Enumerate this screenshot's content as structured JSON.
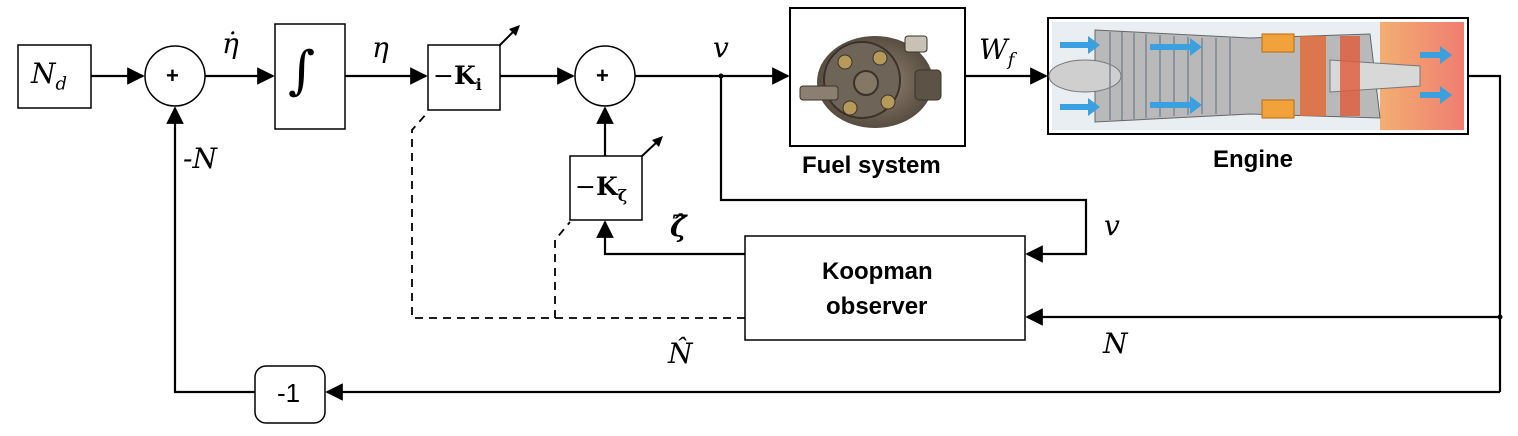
{
  "blocks": {
    "setpoint": {
      "label": "N",
      "sub": "d"
    },
    "sum1": {
      "label": "+"
    },
    "integrator": {
      "label": "∫"
    },
    "gain_i": {
      "prefix": "−",
      "label": "K",
      "sub": "i"
    },
    "sum2": {
      "label": "+"
    },
    "gain_zeta": {
      "prefix": "−",
      "label": "K",
      "sub": "ζ"
    },
    "fuel_system": {
      "caption": "Fuel system"
    },
    "engine": {
      "caption": "Engine"
    },
    "observer": {
      "line1": "Koopman",
      "line2": "observer"
    },
    "negate": {
      "label": "-1"
    }
  },
  "signals": {
    "eta_dot": "η̇",
    "eta": "η",
    "v_top": "v",
    "wf": {
      "label": "W",
      "sub": "f"
    },
    "neg_n": "-N",
    "zeta_hat": "ζ̂",
    "v_right": "v",
    "n_hat": "N̂",
    "n_right": "N"
  },
  "colors": {
    "line": "#000000",
    "engine_hot": "#e8503a",
    "engine_cool": "#3aa0e0",
    "engine_body": "#b9b9b9"
  }
}
